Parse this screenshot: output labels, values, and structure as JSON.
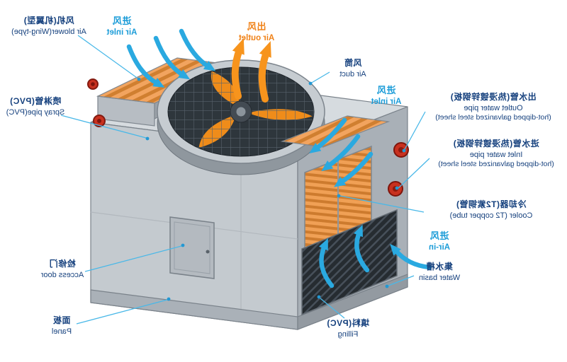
{
  "colors": {
    "arrow_blue": "#2aa9e0",
    "arrow_orange": "#f7941d",
    "label_navy": "#16417e",
    "label_blue": "#1b9cd8",
    "label_orange": "#f08218",
    "port_red": "#c8311f",
    "body_gray": "#c4cacf",
    "coil_orange": "#f0a055",
    "fill_dark": "#262c31"
  },
  "labels": {
    "air_blower": {
      "zh": "风机(机翼型)",
      "en": "Air blower(Wing-type)"
    },
    "air_inlet_top": {
      "zh": "进风",
      "en": "Air inlet"
    },
    "air_outlet": {
      "zh": "出风",
      "en": "Air outlet"
    },
    "air_duct": {
      "zh": "风筒",
      "en": "Air duct"
    },
    "air_inlet_right": {
      "zh": "进风",
      "en": "Air inlet"
    },
    "outlet_water_pipe": {
      "zh": "出水管(热浸镀锌钢板)",
      "en": "Outlet water pipe",
      "en2": "(hot-dipped galvanized steel sheet)"
    },
    "inlet_water_pipe": {
      "zh": "进水管(热浸镀锌钢板)",
      "en": "Inlet water pipe",
      "en2": "(hot-dipped galvanized steel sheet)"
    },
    "cooler": {
      "zh": "冷却器(T2紫铜管)",
      "en": "Cooler (T2 copper tube)"
    },
    "air_in": {
      "zh": "进风",
      "en": "Air-in"
    },
    "water_basin": {
      "zh": "集水槽",
      "en": "Water basin"
    },
    "filling": {
      "zh": "填料(PVC)",
      "en": "Filling"
    },
    "panel": {
      "zh": "面板",
      "en": "Panel"
    },
    "access_door": {
      "zh": "检修门",
      "en": "Access door"
    },
    "spray_pipe": {
      "zh": "喷淋管(PVC)",
      "en": "Spray pipe(PVC)"
    }
  }
}
